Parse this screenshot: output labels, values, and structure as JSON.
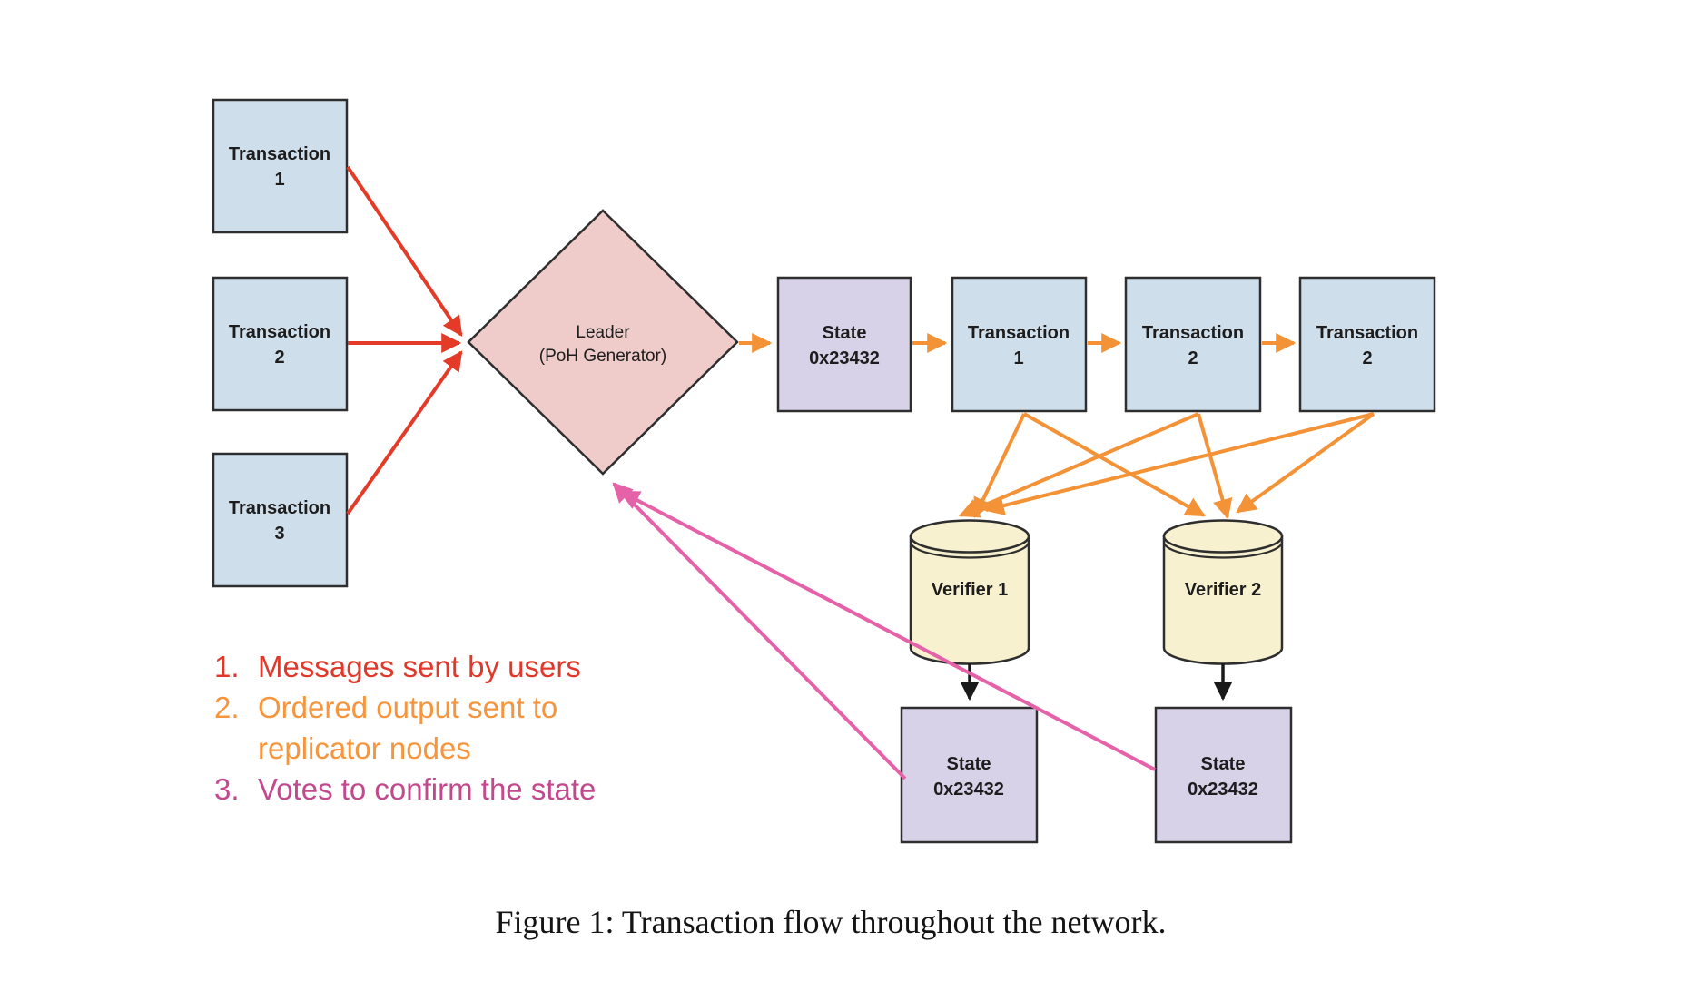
{
  "figure": {
    "caption": "Figure 1: Transaction flow throughout the network."
  },
  "nodes": {
    "user_transactions": [
      {
        "line1": "Transaction",
        "line2": "1"
      },
      {
        "line1": "Transaction",
        "line2": "2"
      },
      {
        "line1": "Transaction",
        "line2": "3"
      }
    ],
    "leader": {
      "line1": "Leader",
      "line2": "(PoH Generator)"
    },
    "state_initial": {
      "line1": "State",
      "line2": "0x23432"
    },
    "ordered_transactions": [
      {
        "line1": "Transaction",
        "line2": "1"
      },
      {
        "line1": "Transaction",
        "line2": "2"
      },
      {
        "line1": "Transaction",
        "line2": "2"
      }
    ],
    "verifiers": [
      {
        "label": "Verifier 1"
      },
      {
        "label": "Verifier 2"
      }
    ],
    "verifier_states": [
      {
        "line1": "State",
        "line2": "0x23432"
      },
      {
        "line1": "State",
        "line2": "0x23432"
      }
    ]
  },
  "edges": [
    {
      "from": "Transaction 1 (user)",
      "to": "Leader",
      "group": "messages"
    },
    {
      "from": "Transaction 2 (user)",
      "to": "Leader",
      "group": "messages"
    },
    {
      "from": "Transaction 3 (user)",
      "to": "Leader",
      "group": "messages"
    },
    {
      "from": "Leader",
      "to": "State 0x23432",
      "group": "ordered-output"
    },
    {
      "from": "State 0x23432",
      "to": "Transaction 1",
      "group": "ordered-output"
    },
    {
      "from": "Transaction 1",
      "to": "Transaction 2",
      "group": "ordered-output"
    },
    {
      "from": "Transaction 2",
      "to": "Transaction 2",
      "group": "ordered-output"
    },
    {
      "from": "Transaction 1",
      "to": "Verifier 1",
      "group": "ordered-output"
    },
    {
      "from": "Transaction 1",
      "to": "Verifier 2",
      "group": "ordered-output"
    },
    {
      "from": "Transaction 2",
      "to": "Verifier 1",
      "group": "ordered-output"
    },
    {
      "from": "Transaction 2",
      "to": "Verifier 2",
      "group": "ordered-output"
    },
    {
      "from": "Transaction 2 (last)",
      "to": "Verifier 1",
      "group": "ordered-output"
    },
    {
      "from": "Transaction 2 (last)",
      "to": "Verifier 2",
      "group": "ordered-output"
    },
    {
      "from": "Verifier 1",
      "to": "State 0x23432 (verifier 1)",
      "group": "commit"
    },
    {
      "from": "Verifier 2",
      "to": "State 0x23432 (verifier 2)",
      "group": "commit"
    },
    {
      "from": "State 0x23432 (verifier 1)",
      "to": "Leader",
      "group": "votes"
    },
    {
      "from": "State 0x23432 (verifier 2)",
      "to": "Leader",
      "group": "votes"
    }
  ],
  "legend": {
    "items": [
      {
        "number": "1.",
        "text": "Messages sent by users",
        "color": "#e0392b"
      },
      {
        "number": "2.",
        "text": "Ordered output sent to",
        "text2": "replicator nodes",
        "color": "#f5953d"
      },
      {
        "number": "3.",
        "text": "Votes to confirm the state",
        "color": "#c2498e"
      }
    ]
  },
  "colors": {
    "transaction_fill": "#cfdeeb",
    "leader_fill": "#efcbca",
    "state_fill": "#d8d2e8",
    "verifier_fill": "#f8f1d0",
    "node_border": "#2e2e2e",
    "red_arrow": "#e33b28",
    "orange_arrow": "#f39237",
    "pink_arrow": "#e561a8",
    "black_arrow": "#1a1a1a"
  }
}
